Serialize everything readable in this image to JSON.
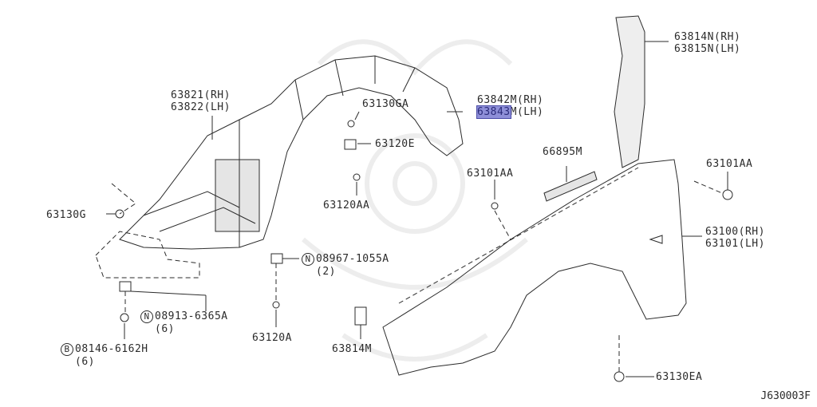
{
  "diagram": {
    "code": "J630003F",
    "parts": [
      {
        "id": "63821",
        "lines": [
          "63821(RH)",
          "63822(LH)"
        ]
      },
      {
        "id": "63130GA",
        "lines": [
          "63130GA"
        ]
      },
      {
        "id": "63842M",
        "lines": [
          "63842M(RH)"
        ],
        "highlight_line2": {
          "highlight": "63843",
          "rest": "M(LH)"
        }
      },
      {
        "id": "63814N",
        "lines": [
          "63814N(RH)",
          "63815N(LH)"
        ]
      },
      {
        "id": "63120E",
        "lines": [
          "63120E"
        ]
      },
      {
        "id": "66895M",
        "lines": [
          "66895M"
        ]
      },
      {
        "id": "63101AA_left",
        "lines": [
          "63101AA"
        ]
      },
      {
        "id": "63101AA_right",
        "lines": [
          "63101AA"
        ]
      },
      {
        "id": "63120AA",
        "lines": [
          "63120AA"
        ]
      },
      {
        "id": "63130G",
        "lines": [
          "63130G"
        ]
      },
      {
        "id": "63100",
        "lines": [
          "63100(RH)",
          "63101(LH)"
        ]
      },
      {
        "id": "08967",
        "prefix": "N",
        "lines": [
          "08967-1055A"
        ],
        "qty": "(2)"
      },
      {
        "id": "08913",
        "prefix": "N",
        "lines": [
          "08913-6365A"
        ],
        "qty": "(6)"
      },
      {
        "id": "08146",
        "prefix": "B",
        "lines": [
          "08146-6162H"
        ],
        "qty": "(6)"
      },
      {
        "id": "63120A",
        "lines": [
          "63120A"
        ]
      },
      {
        "id": "63814M",
        "lines": [
          "63814M"
        ]
      },
      {
        "id": "63130EA",
        "lines": [
          "63130EA"
        ]
      }
    ],
    "highlight_color": "#8e8fd8"
  }
}
